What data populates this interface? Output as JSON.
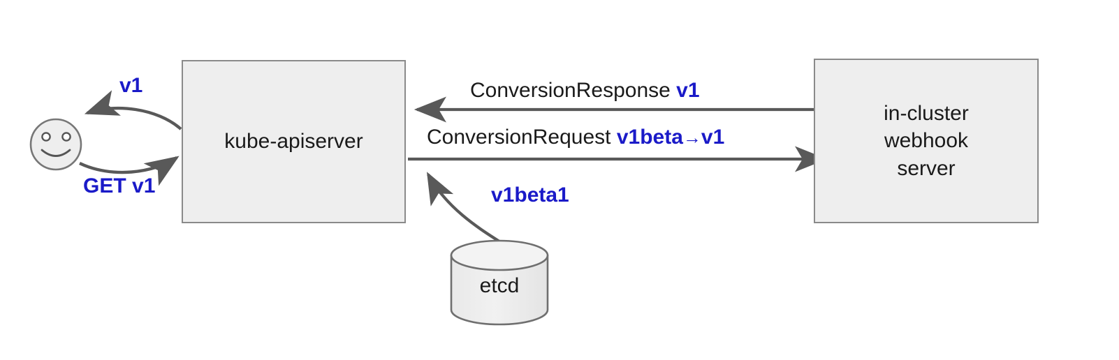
{
  "diagram": {
    "title": "Kubernetes CRD conversion webhook flow",
    "background_color": "#ffffff",
    "node_fill_color": "#eeeeee",
    "node_border_color": "#8a8a8a",
    "edge_color": "#595959",
    "text_color": "#1a1a1a",
    "highlight_color": "#1a1ac8"
  },
  "nodes": {
    "user": {
      "name": "user-actor",
      "shape": "smiley-face",
      "label": ""
    },
    "apiserver": {
      "name": "kube-apiserver",
      "shape": "rectangle",
      "label": "kube-apiserver"
    },
    "webhook": {
      "name": "in-cluster-webhook-server",
      "shape": "rectangle",
      "label": "in-cluster\nwebhook\nserver"
    },
    "etcd": {
      "name": "etcd",
      "shape": "cylinder",
      "label": "etcd"
    }
  },
  "edges": {
    "response_to_user": {
      "label_plain": "",
      "label_highlight": "v1",
      "direction": "apiserver-to-user"
    },
    "request_from_user": {
      "label_plain": "",
      "label_highlight": "GET v1",
      "direction": "user-to-apiserver"
    },
    "conversion_response": {
      "label_plain": "ConversionResponse ",
      "label_highlight": "v1",
      "direction": "webhook-to-apiserver"
    },
    "conversion_request": {
      "label_plain": "ConversionRequest ",
      "label_highlight_from": "v1beta",
      "label_arrow": "→",
      "label_highlight_to": "v1",
      "direction": "apiserver-to-webhook"
    },
    "etcd_to_apiserver": {
      "label_plain": "",
      "label_highlight": "v1beta1",
      "direction": "etcd-to-apiserver"
    }
  }
}
